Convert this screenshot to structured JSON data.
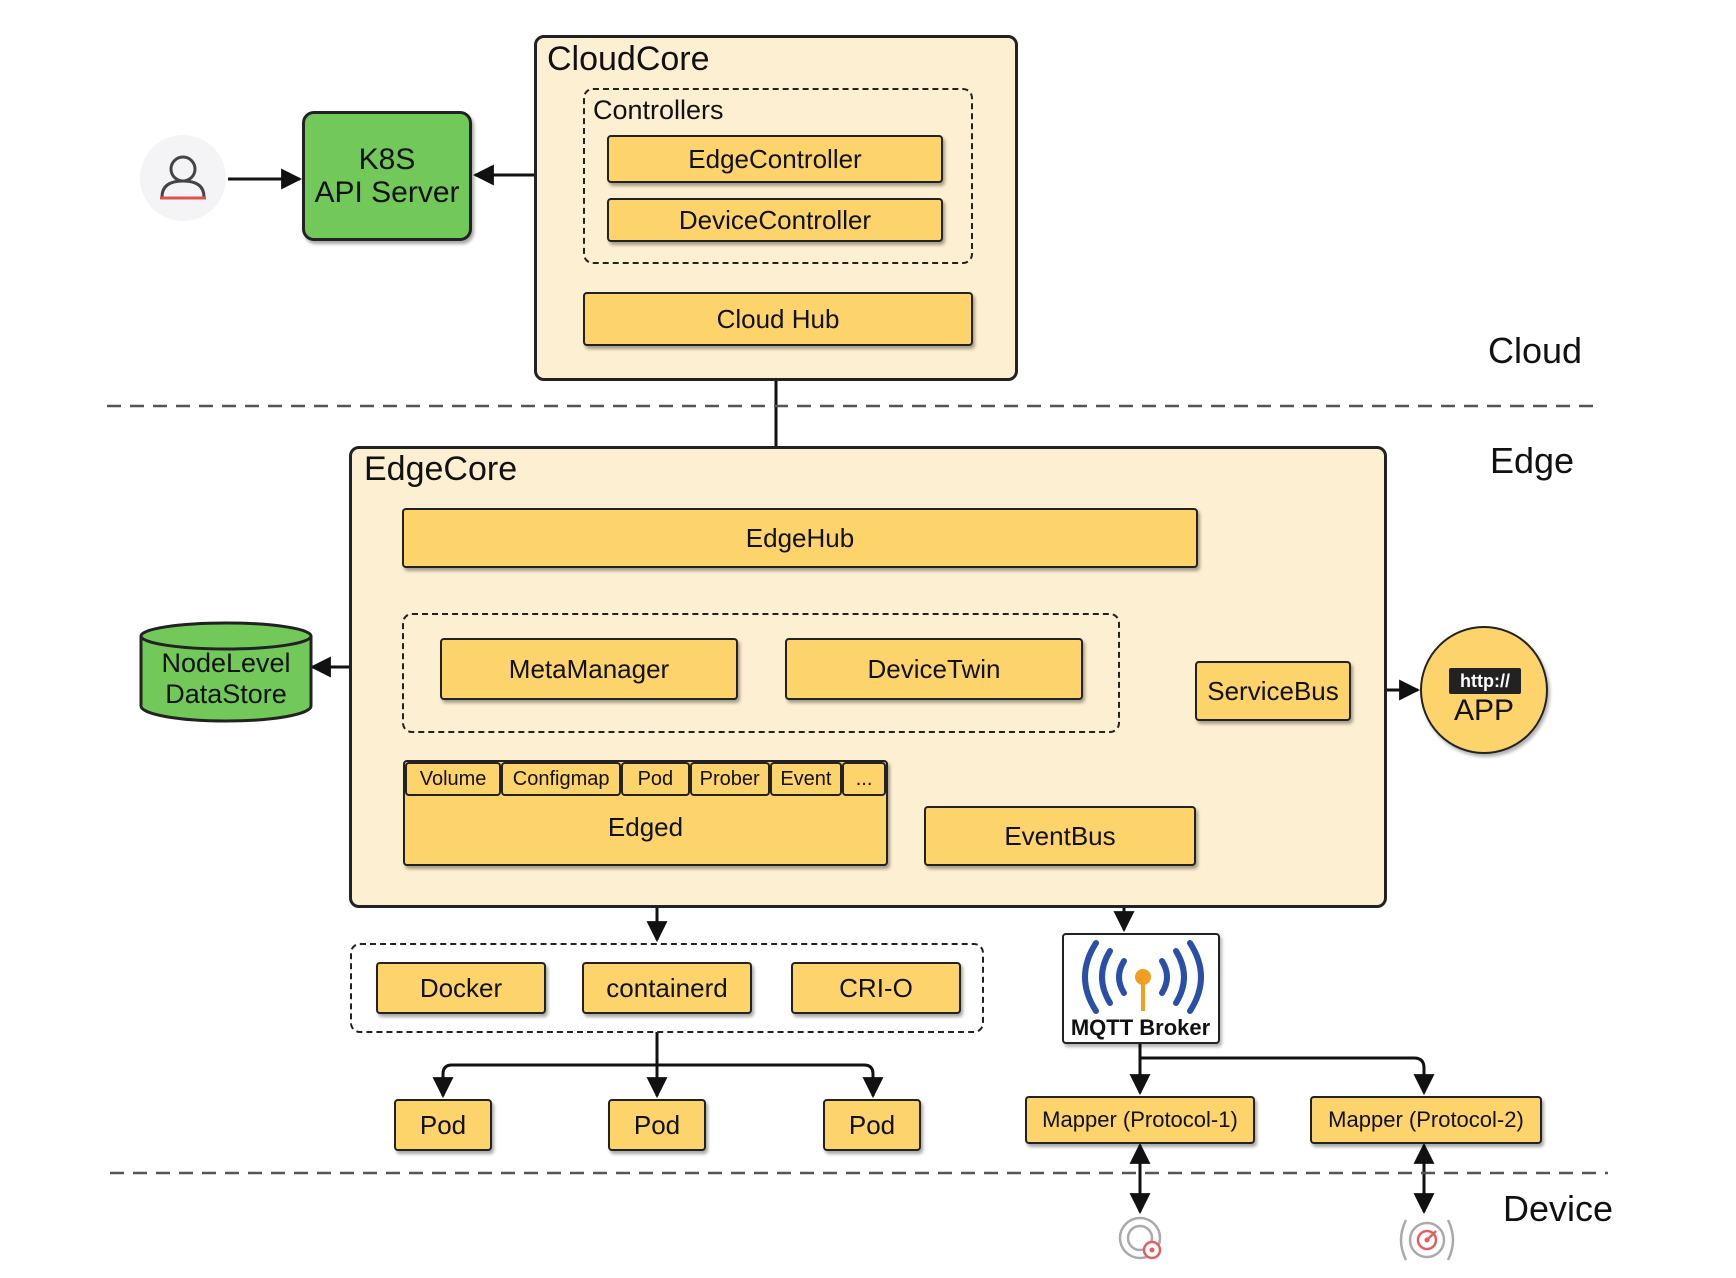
{
  "zones": {
    "cloud": "Cloud",
    "edge": "Edge",
    "device": "Device"
  },
  "cloudcore": {
    "title": "CloudCore",
    "controllers_label": "Controllers",
    "edge_controller": "EdgeController",
    "device_controller": "DeviceController",
    "cloud_hub": "Cloud Hub"
  },
  "k8s": {
    "line1": "K8S",
    "line2": "API Server"
  },
  "edgecore": {
    "title": "EdgeCore",
    "edgehub": "EdgeHub",
    "metamanager": "MetaManager",
    "devicetwin": "DeviceTwin",
    "servicebus": "ServiceBus",
    "eventbus": "EventBus",
    "edged": "Edged",
    "edged_tabs": [
      "Volume",
      "Configmap",
      "Pod",
      "Prober",
      "Event",
      "..."
    ]
  },
  "datastore": {
    "line1": "NodeLevel",
    "line2": "DataStore"
  },
  "app": {
    "badge": "http://",
    "label": "APP"
  },
  "runtimes": [
    "Docker",
    "containerd",
    "CRI-O"
  ],
  "pods": [
    "Pod",
    "Pod",
    "Pod"
  ],
  "mqtt": {
    "label": "MQTT Broker"
  },
  "mappers": [
    "Mapper (Protocol-1)",
    "Mapper (Protocol-2)"
  ],
  "colors": {
    "box_fill": "#fdd36b",
    "outer_fill": "#fdf0d2",
    "green_fill": "#72c95a",
    "outline": "#222222",
    "accent_blue": "#2a4fa8",
    "accent_orange": "#f0a020"
  }
}
